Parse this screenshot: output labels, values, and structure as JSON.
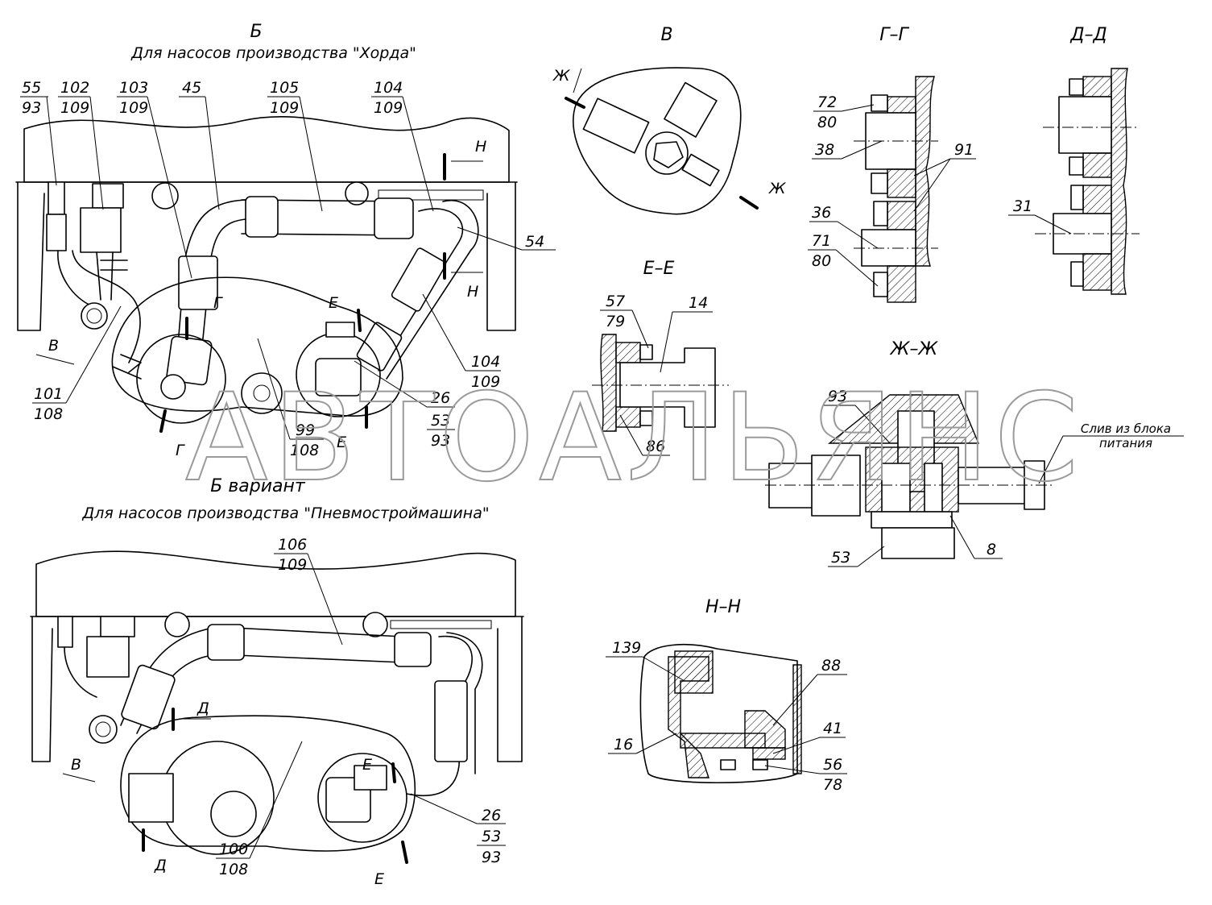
{
  "watermark": "АВТОАЛЬЯНС",
  "views": {
    "b": {
      "title": "Б",
      "subtitle": "Для насосов производства \"Хорда\""
    },
    "b_variant": {
      "title": "Б вариант",
      "subtitle": "Для насосов производства \"Пневмостроймашина\""
    },
    "v": {
      "title": "В"
    },
    "g_g": {
      "title": "Г–Г"
    },
    "d_d": {
      "title": "Д–Д"
    },
    "e_e": {
      "title": "Е–Е"
    },
    "zh_zh": {
      "title": "Ж–Ж",
      "drain_label_1": "Слив из блока",
      "drain_label_2": "питания"
    },
    "n_n": {
      "title": "Н–Н"
    }
  },
  "section_markers": {
    "v": "В",
    "g": "Г",
    "d": "Д",
    "e": "Е",
    "zh": "Ж",
    "n": "Н"
  },
  "callouts_top": [
    {
      "top": "55",
      "bottom": "93"
    },
    {
      "top": "102",
      "bottom": "109"
    },
    {
      "top": "103",
      "bottom": "109"
    },
    {
      "top": "45"
    },
    {
      "top": "105",
      "bottom": "109"
    },
    {
      "top": "104",
      "bottom": "109"
    },
    {
      "top": "54"
    },
    {
      "top": "104",
      "bottom": "109"
    },
    {
      "top": "101",
      "bottom": "108"
    },
    {
      "top": "99",
      "bottom": "108"
    },
    {
      "top": "26",
      "mid": "53",
      "bottom": "93"
    }
  ],
  "callouts_bottom": [
    {
      "top": "106",
      "bottom": "109"
    },
    {
      "top": "100",
      "bottom": "108"
    },
    {
      "top": "26",
      "mid": "53",
      "bottom": "93"
    }
  ],
  "callouts_sections": {
    "g_g": [
      {
        "top": "72",
        "bottom": "80"
      },
      {
        "top": "38"
      },
      {
        "top": "91"
      },
      {
        "top": "36"
      },
      {
        "top": "71",
        "bottom": "80"
      }
    ],
    "d_d": [
      {
        "top": "31"
      }
    ],
    "e_e": [
      {
        "top": "57",
        "bottom": "79"
      },
      {
        "top": "14"
      },
      {
        "top": "86"
      }
    ],
    "zh_zh": [
      {
        "top": "93"
      },
      {
        "top": "53"
      },
      {
        "top": "8"
      }
    ],
    "n_n": [
      {
        "top": "139"
      },
      {
        "top": "88"
      },
      {
        "top": "16"
      },
      {
        "top": "41"
      },
      {
        "top": "56",
        "bottom": "78"
      }
    ]
  }
}
